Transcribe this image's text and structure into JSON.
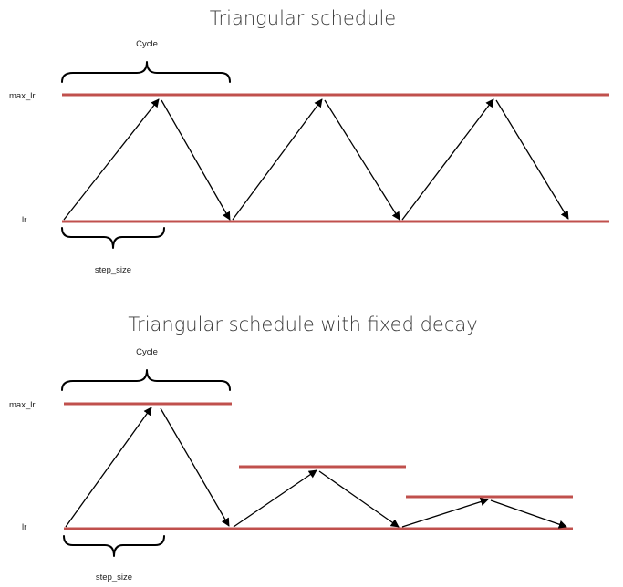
{
  "panels": [
    {
      "title": "Triangular schedule",
      "cycle_label": "Cycle",
      "max_label": "max_lr",
      "base_label": "lr",
      "step_label": "step_size",
      "peaks": [
        1.0,
        1.0,
        1.0
      ],
      "decay_factor": 1.0
    },
    {
      "title": "Triangular schedule with fixed decay",
      "cycle_label": "Cycle",
      "max_label": "max_lr",
      "base_label": "lr",
      "step_label": "step_size",
      "peaks": [
        1.0,
        0.5,
        0.25
      ],
      "decay_factor": 0.5
    }
  ],
  "colors": {
    "bound_line": "#c0504d",
    "arrow": "#000000",
    "text": "#222222",
    "title": "#3a3a3a"
  }
}
